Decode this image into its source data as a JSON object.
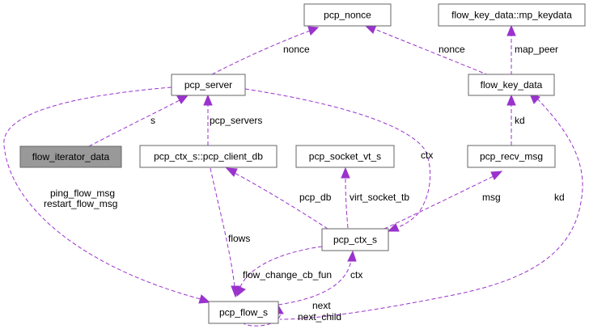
{
  "colors": {
    "edge": "#9a32cd",
    "node_border": "#666666",
    "highlight_fill": "#999999"
  },
  "nodes": {
    "pcp_nonce": "pcp_nonce",
    "mp_keydata": "flow_key_data::mp_keydata",
    "pcp_server": "pcp_server",
    "flow_key_data": "flow_key_data",
    "flow_iterator_data": "flow_iterator_data",
    "pcp_client_db": "pcp_ctx_s::pcp_client_db",
    "pcp_socket_vt_s": "pcp_socket_vt_s",
    "pcp_recv_msg": "pcp_recv_msg",
    "pcp_ctx_s": "pcp_ctx_s",
    "pcp_flow_s": "pcp_flow_s"
  },
  "edge_labels": {
    "nonce_left": "nonce",
    "nonce_right": "nonce",
    "map_peer": "map_peer",
    "s": "s",
    "pcp_servers": "pcp_servers",
    "kd_recv": "kd",
    "ctx_server": "ctx",
    "ping_flow_msg": "ping_flow_msg",
    "restart_flow_msg": "restart_flow_msg",
    "kd_flow": "kd",
    "pcp_db": "pcp_db",
    "virt_socket_tb": "virt_socket_tb",
    "msg": "msg",
    "flows": "flows",
    "flow_change_cb_fun": "flow_change_cb_fun",
    "ctx_flow": "ctx",
    "next": "next",
    "next_child": "next_child"
  }
}
